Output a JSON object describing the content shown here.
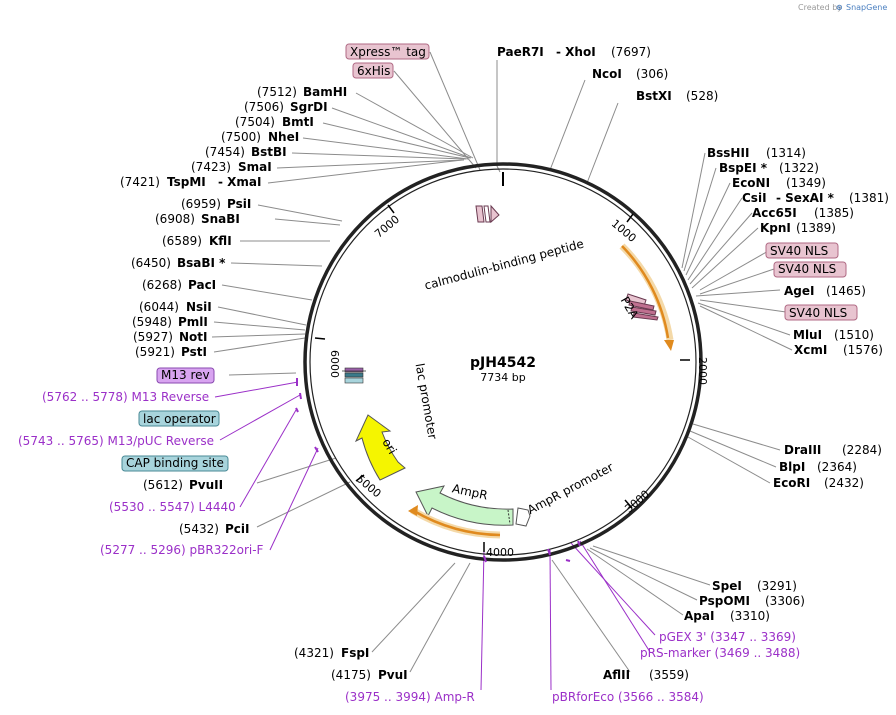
{
  "app": {
    "created_by": "Created by",
    "brand": "SnapGene"
  },
  "plasmid": {
    "name": "pJH4542",
    "length": "7734 bp"
  },
  "ticks": [
    "1000",
    "2000",
    "3000",
    "4000",
    "5000",
    "6000",
    "7000"
  ],
  "features": {
    "calmodulin": "calmodulin-binding peptide",
    "p2a": "P2A",
    "lac_promoter": "lac promoter",
    "ori": "ori",
    "ampr": "AmpR",
    "ampr_promoter": "AmpR promoter"
  },
  "feature_boxes": {
    "xpress_tag": "Xpress™ tag",
    "his6": "6xHis",
    "sv40_nls_1": "SV40 NLS",
    "sv40_nls_2": "SV40 NLS",
    "sv40_nls_3": "SV40 NLS",
    "m13_rev": "M13 rev",
    "lac_operator": "lac operator",
    "cap_site": "CAP binding site"
  },
  "sites": {
    "paer7i": "PaeR7I",
    "xhoi": "- XhoI",
    "xhoi_pos": "(7697)",
    "ncoi": "NcoI",
    "ncoi_pos": "(306)",
    "bstxi": "BstXI",
    "bstxi_pos": "(528)",
    "bsshii": "BssHII",
    "bsshii_pos": "(1314)",
    "bspei": "BspEI *",
    "bspei_pos": "(1322)",
    "econi": "EcoNI",
    "econi_pos": "(1349)",
    "csii": "CsiI",
    "sexai": "- SexAI *",
    "sexai_pos": "(1381)",
    "acc65i": "Acc65I",
    "acc65i_pos": "(1385)",
    "kpni": "KpnI",
    "kpni_pos": "(1389)",
    "agei": "AgeI",
    "agei_pos": "(1465)",
    "mlui": "MluI",
    "mlui_pos": "(1510)",
    "xcmi": "XcmI",
    "xcmi_pos": "(1576)",
    "draiii": "DraIII",
    "draiii_pos": "(2284)",
    "blpi": "BlpI",
    "blpi_pos": "(2364)",
    "ecori": "EcoRI",
    "ecori_pos": "(2432)",
    "spei": "SpeI",
    "spei_pos": "(3291)",
    "pspomi": "PspOMI",
    "pspomi_pos": "(3306)",
    "apai": "ApaI",
    "apai_pos": "(3310)",
    "aflii": "AflII",
    "aflii_pos": "(3559)",
    "fspi_pos": "(4321)",
    "fspi": "FspI",
    "pvui_pos": "(4175)",
    "pvui": "PvuI",
    "pcii_pos": "(5432)",
    "pcii": "PciI",
    "pvuii_pos": "(5612)",
    "pvuii": "PvuII",
    "psti_pos": "(5921)",
    "psti": "PstI",
    "noti_pos": "(5927)",
    "noti": "NotI",
    "pmli_pos": "(5948)",
    "pmli": "PmlI",
    "nsii_pos": "(6044)",
    "nsii": "NsiI",
    "paci_pos": "(6268)",
    "paci": "PacI",
    "bsabi_pos": "(6450)",
    "bsabi": "BsaBI *",
    "kfli_pos": "(6589)",
    "kfli": "KflI",
    "snabi_pos": "(6908)",
    "snabi": "SnaBI",
    "psii_pos": "(6959)",
    "psii": "PsiI",
    "tspmi_pos": "(7421)",
    "tspmi": "TspMI",
    "xmai": "- XmaI",
    "smai_pos": "(7423)",
    "smai": "SmaI",
    "bstbi_pos": "(7454)",
    "bstbi": "BstBI",
    "nhei_pos": "(7500)",
    "nhei": "NheI",
    "bmti_pos": "(7504)",
    "bmti": "BmtI",
    "sgrdi_pos": "(7506)",
    "sgrdi": "SgrDI",
    "bamhi_pos": "(7512)",
    "bamhi": "BamHI"
  },
  "primers": {
    "m13_reverse": "(5762 .. 5778)  M13 Reverse",
    "m13_puc_reverse": "(5743 .. 5765)  M13/pUC Reverse",
    "l4440": "(5530 .. 5547)  L4440",
    "pbr322ori_f": "(5277 .. 5296)  pBR322ori-F",
    "amp_r": "(3975 .. 3994)  Amp-R",
    "pbrforeco": "pBRforEco    (3566 .. 3584)",
    "pgex3": "pGEX 3'    (3347 .. 3369)",
    "prs_marker": "pRS-marker    (3469 .. 3488)"
  },
  "colors": {
    "backbone": "#222222",
    "enzyme_line": "#8c8c8c",
    "primer": "#9b30c8",
    "tag_fill": "#e8c4d0",
    "tag_stroke": "#b06a84",
    "regulatory_fill": "#a8d4dc",
    "misc_fill": "#d8a4f0",
    "orf_orange": "#e08a1e",
    "ori_yellow": "#f5f500",
    "ampr_green": "#c8f5c8"
  }
}
